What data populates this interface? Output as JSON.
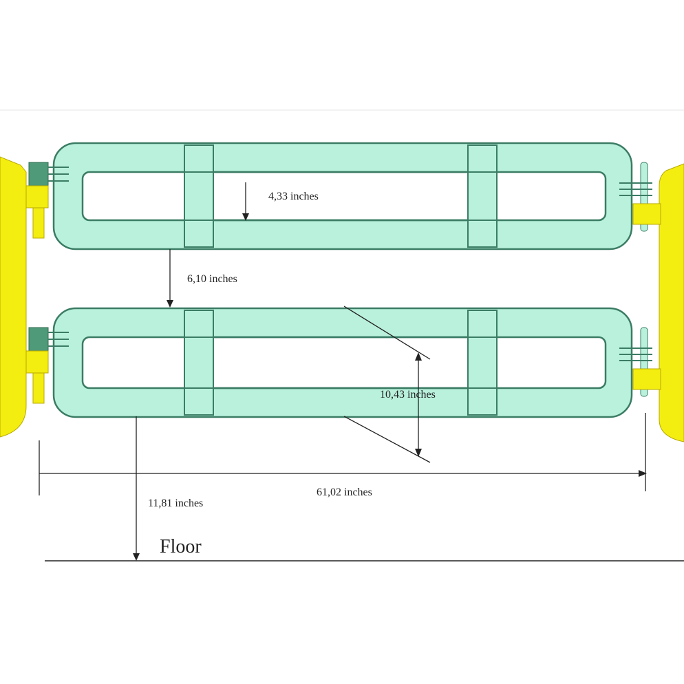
{
  "colors": {
    "panel_fill": "#b9f1dd",
    "panel_stroke": "#3b7c64",
    "hinge_plate": "#f3ee10",
    "line": "#222222"
  },
  "dimensions": [
    {
      "id": "opening-height",
      "label": "4,33 inches"
    },
    {
      "id": "panel-gap",
      "label": "6,10 inches"
    },
    {
      "id": "panel-height",
      "label": "10,43 inches"
    },
    {
      "id": "total-width",
      "label": "61,02 inches"
    },
    {
      "id": "floor-clearance",
      "label": "11,81 inches"
    }
  ],
  "floor_label": "Floor"
}
